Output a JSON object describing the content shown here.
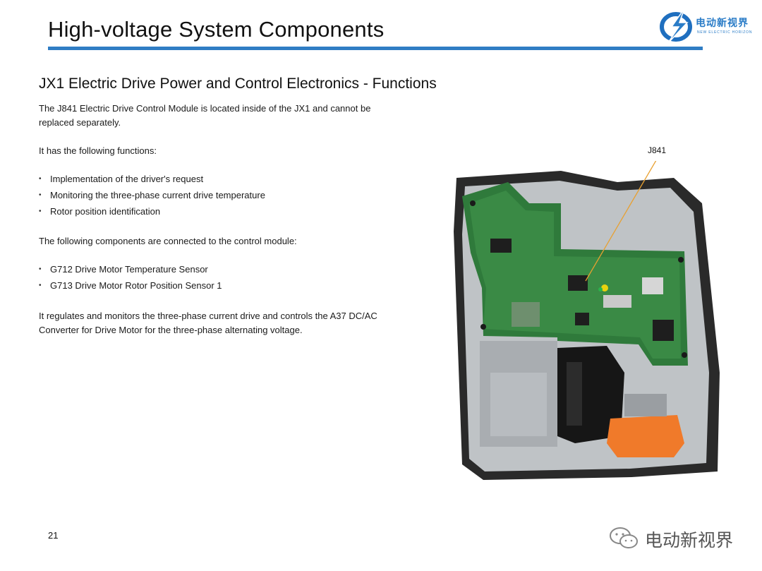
{
  "header": {
    "title": "High-voltage System Components",
    "logo_cn": "电动新视界",
    "logo_en": "NEW ELECTRIC HORIZON",
    "accent_color": "#2f7dc4"
  },
  "section": {
    "heading": "JX1 Electric Drive Power and Control Electronics - Functions",
    "intro_line1": "The J841 Electric Drive Control Module is located inside of the JX1 and cannot be",
    "intro_line2": "replaced separately.",
    "functions_lead": "It has the following functions:",
    "functions": [
      "Implementation of the driver's request",
      "Monitoring the three-phase current drive temperature",
      "Rotor position identification"
    ],
    "components_lead": "The following components are connected to the control module:",
    "components": [
      "G712 Drive Motor Temperature Sensor",
      "G713 Drive Motor Rotor Position Sensor 1"
    ],
    "closing_line1": "It regulates and monitors the three-phase current drive and controls the A37 DC/AC",
    "closing_line2": "Converter for Drive Motor for the three-phase alternating voltage."
  },
  "photo": {
    "callout_label": "J841"
  },
  "footer": {
    "page_number": "21",
    "watermark_text": "电动新视界"
  }
}
